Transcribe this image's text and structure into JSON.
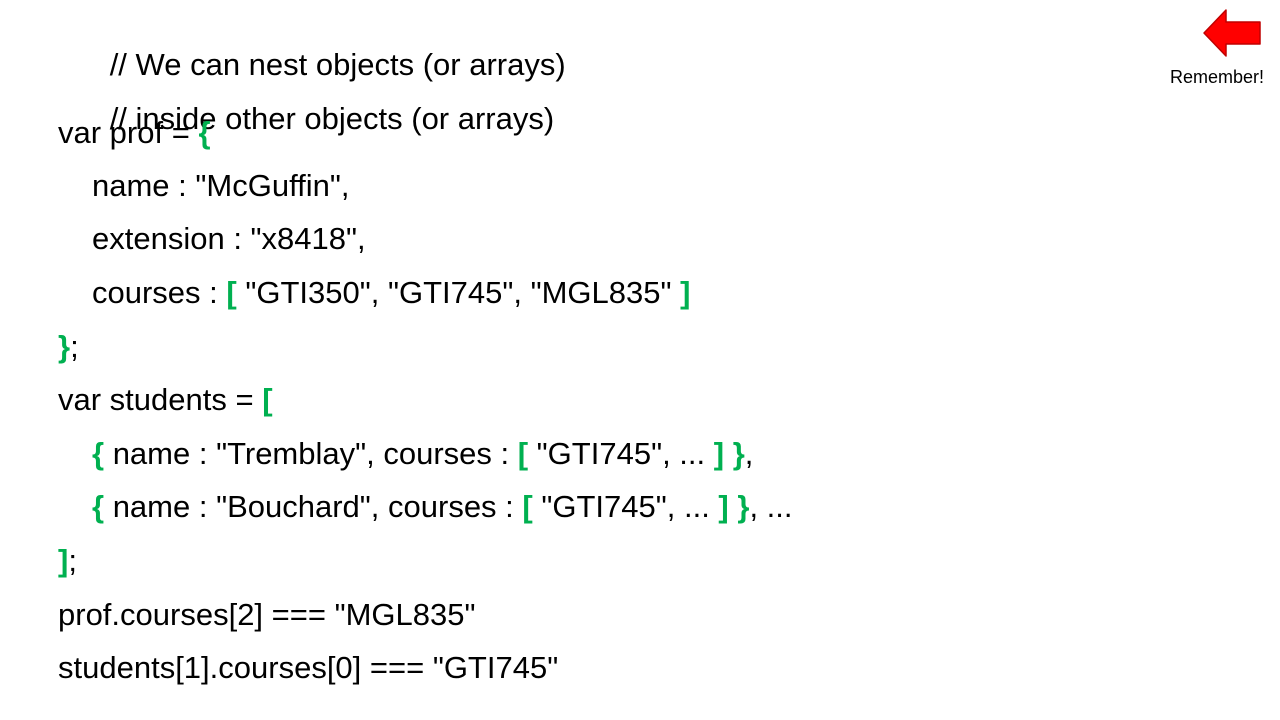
{
  "code_lines": {
    "l1": "// We can nest objects (or arrays)",
    "l2": "// inside other objects (or arrays)",
    "l3_a": "var prof = ",
    "l3_b": "{",
    "l4": "name : \"McGuffin\",",
    "l5": "extension : \"x8418\",",
    "l6_a": "courses : ",
    "l6_b": "[",
    "l6_c": " \"GTI350\", \"GTI745\", \"MGL835\" ",
    "l6_d": "]",
    "l7_a": "}",
    "l7_b": ";",
    "l8_a": "var students = ",
    "l8_b": "[",
    "l9_a": "{",
    "l9_b": " name : \"Tremblay\", courses : ",
    "l9_c": "[",
    "l9_d": " \"GTI745\", ... ",
    "l9_e": "]",
    "l9_f": " ",
    "l9_g": "}",
    "l9_h": ",",
    "l10_a": "{",
    "l10_b": " name : \"Bouchard\", courses : ",
    "l10_c": "[",
    "l10_d": " \"GTI745\", ... ",
    "l10_e": "]",
    "l10_f": " ",
    "l10_g": "}",
    "l10_h": ", ...",
    "l11_a": "]",
    "l11_b": ";",
    "l12": "prof.courses[2] === \"MGL835\"",
    "l13": "students[1].courses[0] === \"GTI745\""
  },
  "remember": {
    "label": "Remember!",
    "icon": "left-arrow-icon",
    "color": "#ff0000"
  },
  "colors": {
    "bracket": "#00b050",
    "text": "#000000",
    "background": "#ffffff"
  }
}
